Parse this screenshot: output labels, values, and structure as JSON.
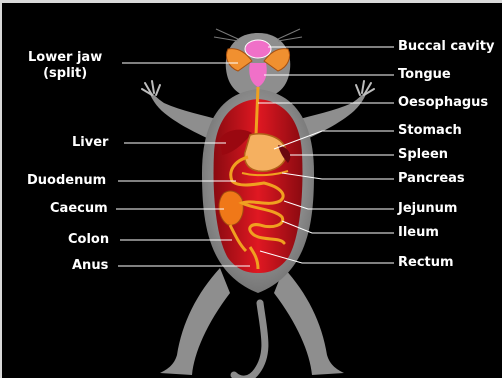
{
  "diagram": {
    "labels_left": {
      "lower_jaw": "Lower jaw",
      "lower_jaw_sub": "(split)",
      "liver": "Liver",
      "duodenum": "Duodenum",
      "caecum": "Caecum",
      "colon": "Colon",
      "anus": "Anus"
    },
    "labels_right": {
      "buccal_cavity": "Buccal cavity",
      "tongue": "Tongue",
      "oesophagus": "Oesophagus",
      "stomach": "Stomach",
      "spleen": "Spleen",
      "pancreas": "Pancreas",
      "jejunum": "Jejunum",
      "ileum": "Ileum",
      "rectum": "Rectum"
    },
    "colors": {
      "background": "#000000",
      "body": "#9a9a9a",
      "body_cavity": "#c4101a",
      "intestine": "#f0a020",
      "tongue": "#f070c8",
      "leader_line": "#ffffff"
    }
  }
}
